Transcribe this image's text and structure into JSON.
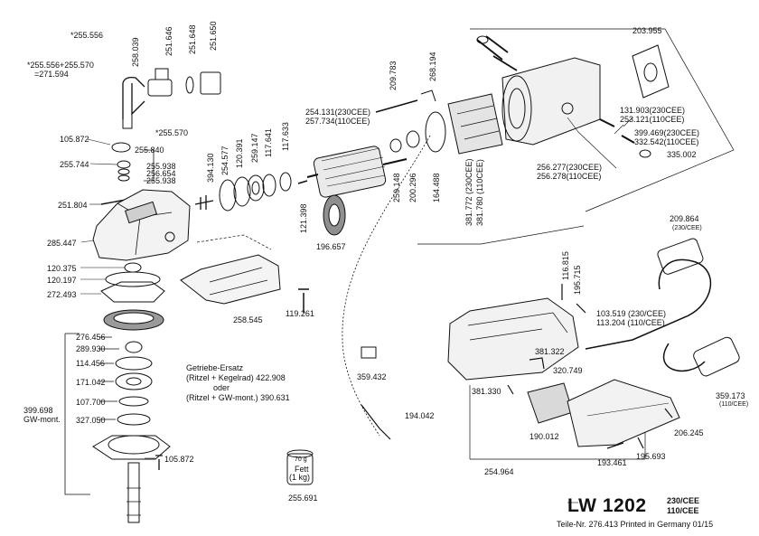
{
  "title": "LW 1202",
  "variants": [
    "230/CEE",
    "110/CEE"
  ],
  "footer": "Teile-Nr. 276.413 Printed in Germany 01/15",
  "gear_note": {
    "heading": "Getriebe-Ersatz",
    "line1": "(Ritzel + Kegelrad)  422.908",
    "line2": "oder",
    "line3": "(Ritzel + GW-mont.)  390.631"
  },
  "grease": {
    "weight": "70 g",
    "label1": "Fett",
    "label2": "(1 kg)",
    "part": "255.691"
  },
  "parts": {
    "p255556": "*255.556",
    "p255556b": "*255.556+255.570",
    "p271594": "=271.594",
    "p258039": "258.039",
    "p251646": "251.646",
    "p251648": "251.648",
    "p251650": "251.650",
    "p105872a": "105.872",
    "p255840": "255.840",
    "p255744": "255.744",
    "p255570": "*255.570",
    "p255938a": "255.938",
    "p256654": "256.654",
    "p255938b": "255.938",
    "p251804": "251.804",
    "p285447": "285.447",
    "p120375": "120.375",
    "p120197": "120.197",
    "p272493": "272.493",
    "p276456": "276.456",
    "p289930": "289.930",
    "p114456": "114.456",
    "p171042": "171.042",
    "p107700": "107.700",
    "p327050": "327.050",
    "p399698": "399.698",
    "pgwmont": "GW-mont.",
    "p105872b": "105.872",
    "p394130": "394.130",
    "p254577": "254.577",
    "p120391": "120.391",
    "p259147": "259.147",
    "p117641": "117.641",
    "p117633": "117.633",
    "p121398": "121.398",
    "p196657": "196.657",
    "p258545": "258.545",
    "p119261": "119.261",
    "p209783": "209.783",
    "p268194": "268.194",
    "p254131": "254.131(230CEE)",
    "p257734": "257.734(110CEE)",
    "p259148": "259.148",
    "p200296": "200.296",
    "p164488": "164.488",
    "p381772": "381.772 (230CEE)",
    "p381780": "381.780 (110CEE)",
    "p203955": "203.955",
    "p131903": "131.903(230CEE)",
    "p253121": "253.121(110CEE)",
    "p399469": "399.469(230CEE)",
    "p332542": "332.542(110CEE)",
    "p335002": "335.002",
    "p256277": "256.277(230CEE)",
    "p256278": "256.278(110CEE)",
    "p209864": "209.864",
    "p209864s": "(230/CEE)",
    "p116815": "116.815",
    "p195715": "195.715",
    "p103519": "103.519 (230/CEE)",
    "p113204": "113.204 (110/CEE)",
    "p381322": "381.322",
    "p320749": "320.749",
    "p381330": "381.330",
    "p359432": "359.432",
    "p194042": "194.042",
    "p190012": "190.012",
    "p359173": "359.173",
    "p359173s": "(110/CEE)",
    "p206245": "206.245",
    "p193461": "193.461",
    "p195693": "195.693",
    "p254964": "254.964"
  }
}
